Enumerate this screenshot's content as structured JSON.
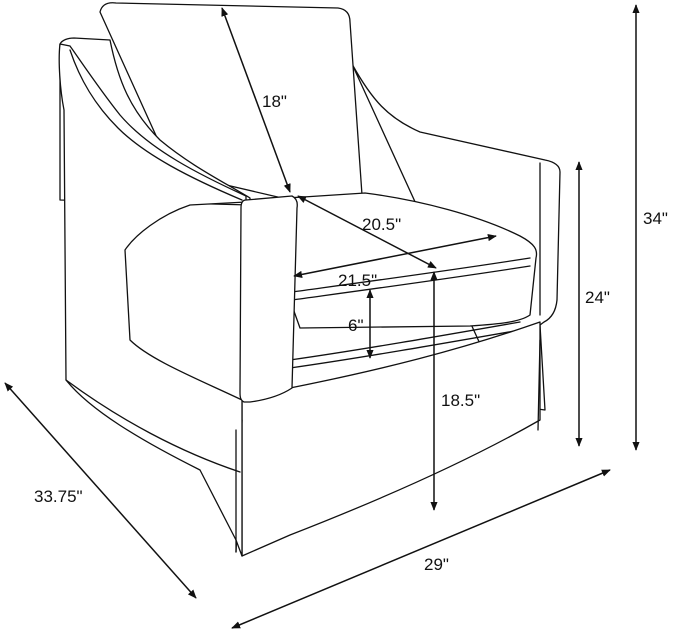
{
  "diagram": {
    "subject": "upholstered swivel armchair line drawing with dimensions",
    "stroke_color": "#111111",
    "background_color": "#ffffff"
  },
  "dimensions": {
    "back_cushion_height": "18\"",
    "seat_depth": "20.5\"",
    "seat_width": "21.5\"",
    "seat_cushion_thickness": "6\"",
    "seat_height": "18.5\"",
    "arm_height": "24\"",
    "overall_height": "34\"",
    "overall_depth": "33.75\"",
    "overall_width": "29\""
  }
}
